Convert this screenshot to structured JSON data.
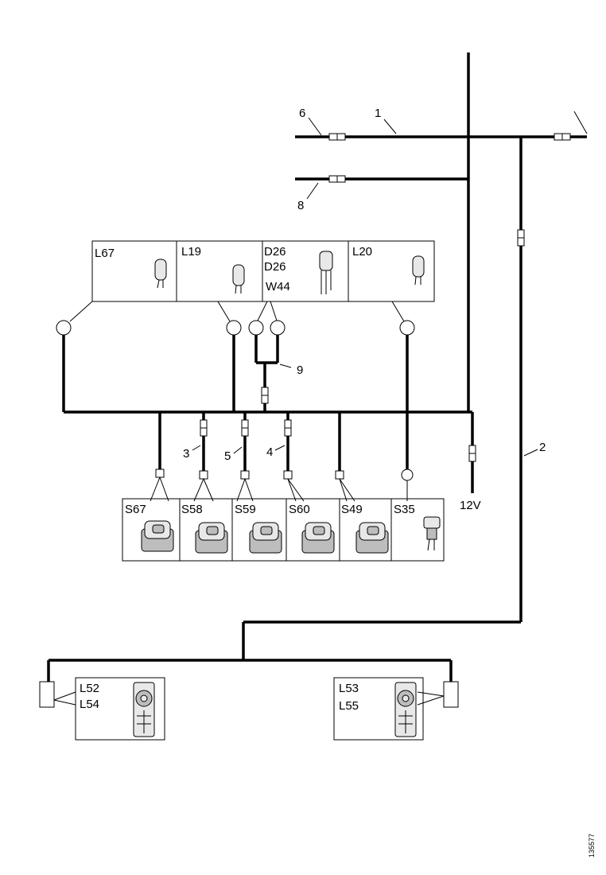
{
  "wire_numbers": {
    "w1": "1",
    "w2": "2",
    "w3": "3",
    "w4": "4",
    "w5": "5",
    "w6": "6",
    "w8": "8",
    "w9": "9"
  },
  "supply_label": "12V",
  "lamps": [
    "L67",
    "L19",
    "L20"
  ],
  "diodes": [
    "D26",
    "D26",
    "W44"
  ],
  "switches": [
    "S67",
    "S58",
    "S59",
    "S60",
    "S49",
    "S35"
  ],
  "left_unit": [
    "L52",
    "L54"
  ],
  "right_unit": [
    "L53",
    "L55"
  ],
  "reference": "135577"
}
